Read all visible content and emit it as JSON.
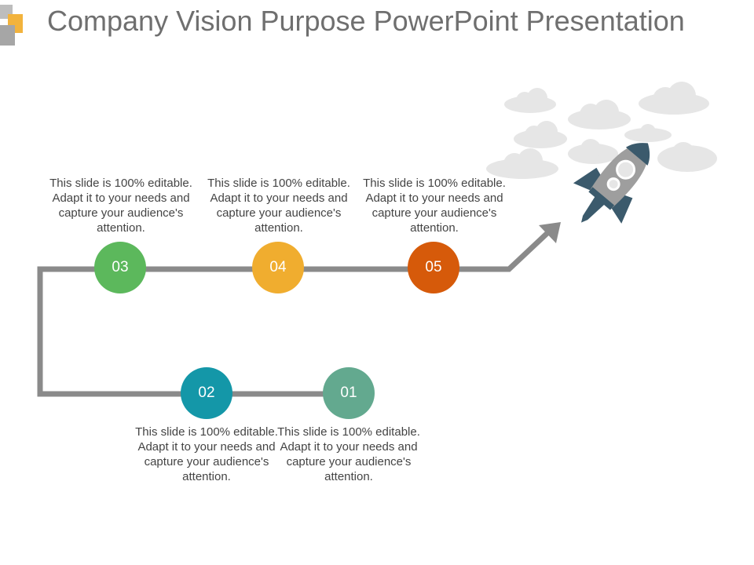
{
  "slide": {
    "title": "Company Vision Purpose PowerPoint Presentation"
  },
  "steps": [
    {
      "number": "01",
      "text": "This slide is 100% editable. Adapt it to your needs and capture your audience's attention.",
      "color": "#63a98f"
    },
    {
      "number": "02",
      "text": "This slide is 100% editable. Adapt it to your needs and capture your audience's attention.",
      "color": "#1497a8"
    },
    {
      "number": "03",
      "text": "This slide is 100% editable. Adapt it to your needs and capture your audience's attention.",
      "color": "#5cb85c"
    },
    {
      "number": "04",
      "text": "This slide is 100% editable. Adapt it to your needs and capture your audience's attention.",
      "color": "#f0ad2f"
    },
    {
      "number": "05",
      "text": "This slide is 100% editable. Adapt it to your needs and capture your audience's attention.",
      "color": "#d65a0a"
    }
  ],
  "colors": {
    "path": "#8a8a8a",
    "rocket_body": "#9e9e9e",
    "rocket_dark": "#3b5a6c",
    "cloud": "#e6e6e6"
  },
  "icons": [
    "rocket-icon",
    "cloud-icon"
  ]
}
